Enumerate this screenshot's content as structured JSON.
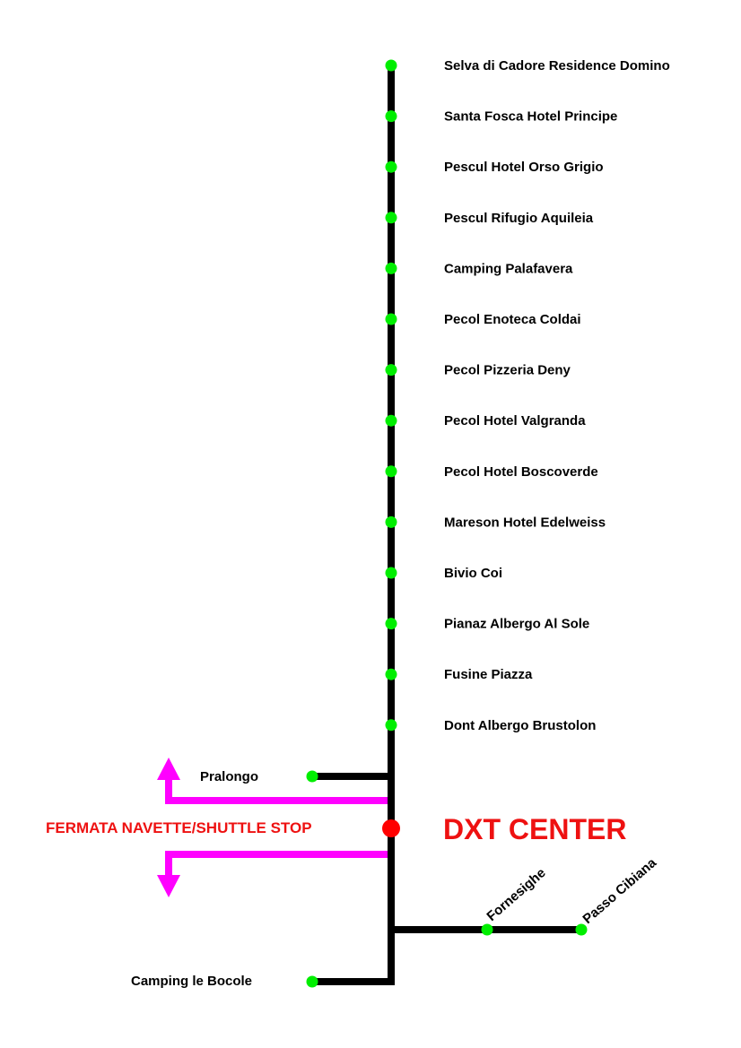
{
  "colors": {
    "line": "#000000",
    "stop": "#00ee00",
    "hub": "#ff0000",
    "arrow": "#ff00ff",
    "hub_text": "#ee1111"
  },
  "main_stops": [
    "Selva di Cadore Residence Domino",
    "Santa Fosca Hotel Principe",
    "Pescul Hotel Orso Grigio",
    "Pescul Rifugio Aquileia",
    "Camping Palafavera",
    "Pecol Enoteca Coldai",
    "Pecol Pizzeria Deny",
    "Pecol Hotel Valgranda",
    "Pecol Hotel Boscoverde",
    "Mareson Hotel Edelweiss",
    "Bivio Coi",
    "Pianaz Albergo Al Sole",
    "Fusine Piazza",
    "Dont Albergo Brustolon"
  ],
  "branch_stops": {
    "pralongo": "Pralongo",
    "fornesighe": "Fornesighe",
    "passo_cibiana": "Passo Cibiana",
    "camping_bocole": "Camping le Bocole"
  },
  "hub": {
    "title": "DXT CENTER",
    "shuttle_label": "FERMATA NAVETTE/SHUTTLE STOP"
  }
}
